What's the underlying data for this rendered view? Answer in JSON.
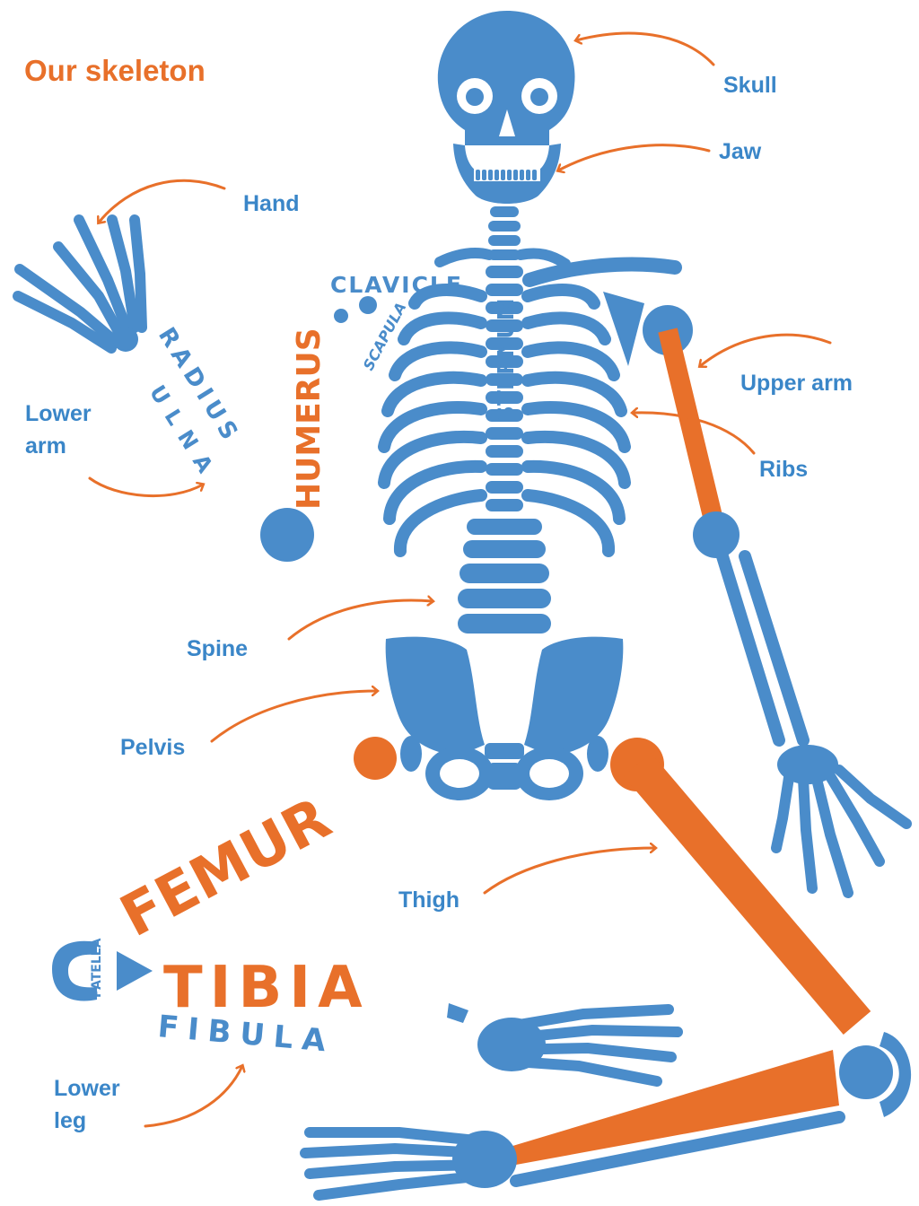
{
  "title": "Our skeleton",
  "colors": {
    "bone": "#4a8cca",
    "highlight": "#e8702a",
    "background": "#ffffff"
  },
  "labels": {
    "skull": "Skull",
    "jaw": "Jaw",
    "hand": "Hand",
    "upper_arm": "Upper arm",
    "lower_arm_1": "Lower",
    "lower_arm_2": "arm",
    "ribs": "Ribs",
    "spine": "Spine",
    "pelvis": "Pelvis",
    "thigh": "Thigh",
    "lower_leg_1": "Lower",
    "lower_leg_2": "leg"
  },
  "bone_names": {
    "clavicle": "CLAVICLE",
    "scapula": "SCAPULA",
    "sternum": "STERNUM",
    "humerus": "HUMERUS",
    "radius": "RADIUS",
    "ulna": "ULNA",
    "femur": "FEMUR",
    "patella": "PATELLA",
    "tibia": "TIBIA",
    "fibula": "FIBULA"
  }
}
